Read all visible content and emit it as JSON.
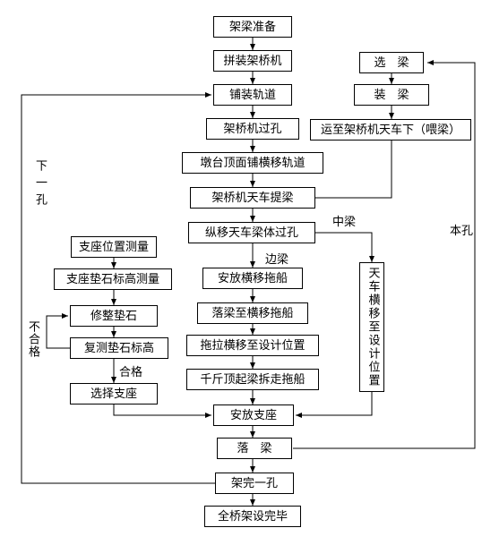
{
  "nodes": {
    "prepare": "架梁准备",
    "assemble_machine": "拼装架桥机",
    "lay_track": "铺装轨道",
    "machine_cross": "架桥机过孔",
    "pier_track": "墩台顶面铺横移轨道",
    "lift_beam": "架桥机天车提梁",
    "longitudinal_move": "纵移天车梁体过孔",
    "place_transverse_sled": "安放横移拖船",
    "drop_onto_sled": "落梁至横移拖船",
    "drag_to_position": "拖拉横移至设计位置",
    "jack_remove_sled": "千斤顶起梁拆走拖船",
    "install_bearing": "安放支座",
    "drop_beam": "落　梁",
    "span_done": "架完一孔",
    "bridge_done": "全桥架设完毕",
    "select_beam": "选　梁",
    "load_beam": "装　梁",
    "transport_beam": "运至架桥机天车下（喂梁）",
    "bearing_survey": "支座位置测量",
    "pad_elevation_survey": "支座垫石标高测量",
    "trim_pad": "修整垫石",
    "recheck_pad": "复测垫石标高",
    "choose_bearing": "选择支座",
    "crane_transverse_move": "天车横移至设计位置"
  },
  "labels": {
    "next_span": "下一孔",
    "this_span": "本孔",
    "middle_beam": "中梁",
    "edge_beam": "边梁",
    "fail": "不合格",
    "pass": "合格"
  }
}
